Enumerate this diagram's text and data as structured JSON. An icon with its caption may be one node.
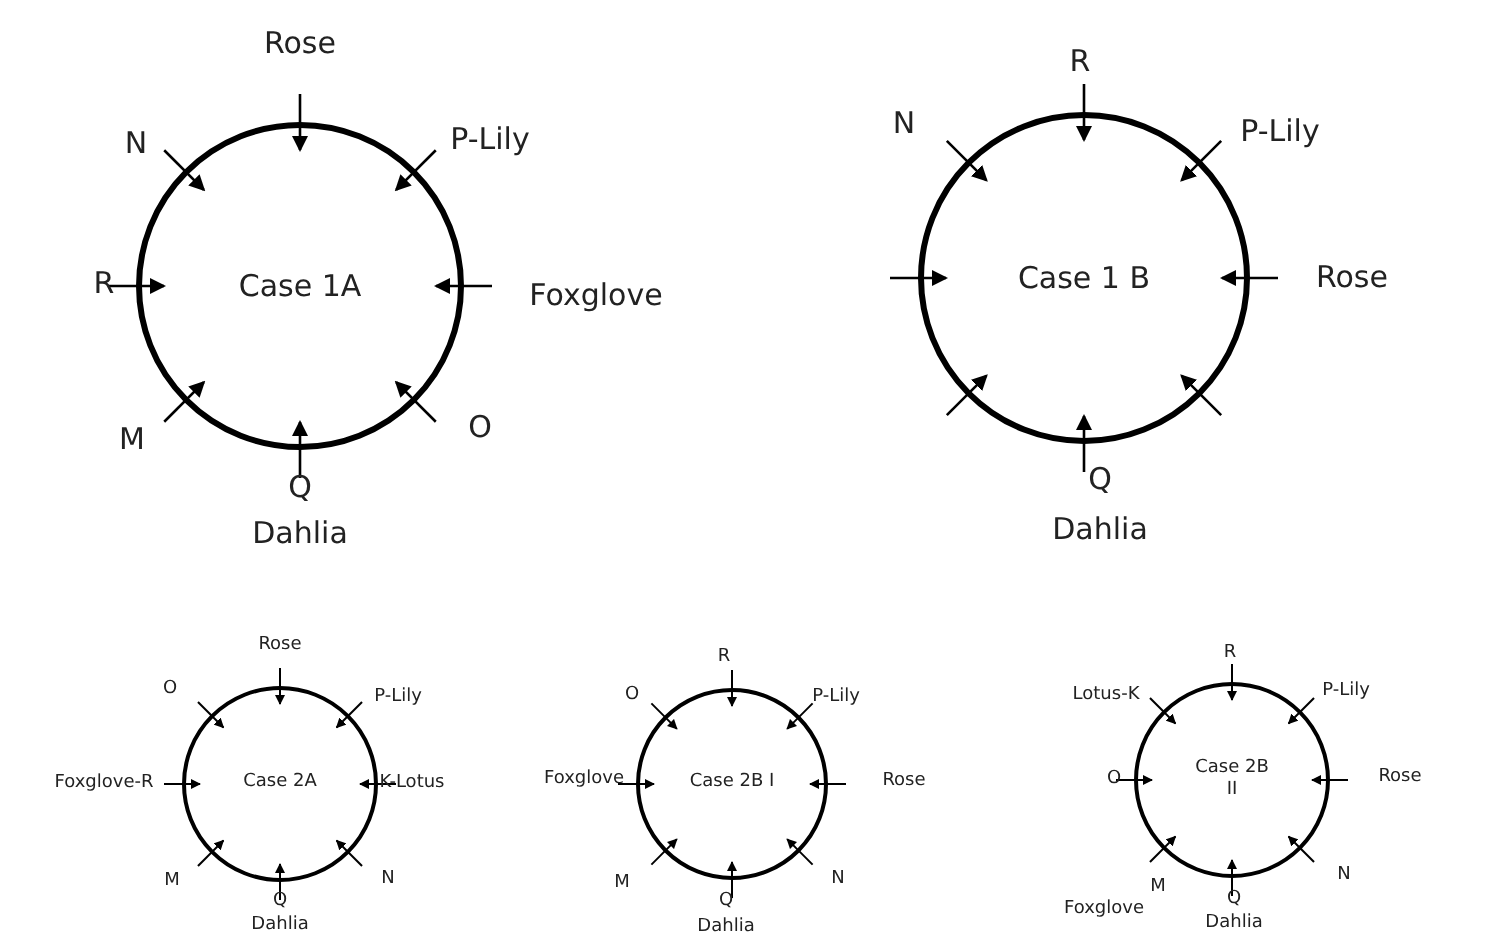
{
  "diagram": {
    "nodes": [
      {
        "text": [
          "Case 1A"
        ],
        "beside": [
          "Rose",
          "N",
          "P-Lily",
          "R",
          "Foxglove",
          "M",
          "O",
          "Q",
          "Dahlia"
        ]
      },
      {
        "text": [
          "Case 1 B"
        ],
        "beside": [
          "R",
          "N",
          "P-Lily",
          "Rose",
          "Q",
          "Dahlia"
        ]
      },
      {
        "text": [
          "Case 2A"
        ],
        "beside": [
          "Rose",
          "O",
          "P-Lily",
          "Foxglove-R",
          "K-Lotus",
          "M",
          "N",
          "Q",
          "Dahlia"
        ]
      },
      {
        "text": [
          "Case 2B I"
        ],
        "beside": [
          "R",
          "O",
          "P-Lily",
          "Foxglove",
          "Rose",
          "M",
          "N",
          "Q",
          "Dahlia"
        ]
      },
      {
        "text": [
          "Case 2B II"
        ],
        "beside": [
          "R",
          "Lotus-K",
          "P-Lily",
          "O",
          "Rose",
          "M",
          "Foxglove",
          "N",
          "Q",
          "Dahlia"
        ]
      }
    ]
  }
}
